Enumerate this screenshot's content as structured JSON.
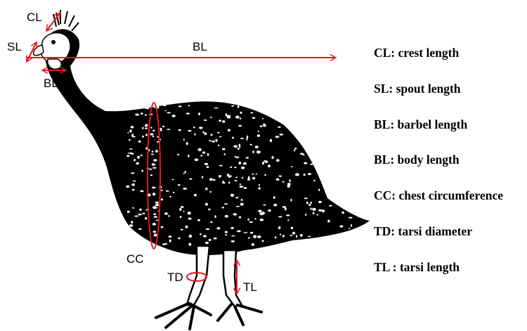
{
  "colors": {
    "accent": "#e8141e",
    "ink": "#000000",
    "background": "#ffffff",
    "speckle": "#ffffff"
  },
  "labels": {
    "crest_length": "CL",
    "spout_length": "SL",
    "body_length": "BL",
    "barbel_length": "BL",
    "chest_circumference": "CC",
    "tarsi_diameter": "TD",
    "tarsi_length": "TL"
  },
  "legend": [
    "CL: crest length",
    "SL: spout length",
    "BL: barbel length",
    "BL: body length",
    "CC: chest circumference",
    "TD: tarsi diameter",
    "TL : tarsi length"
  ]
}
